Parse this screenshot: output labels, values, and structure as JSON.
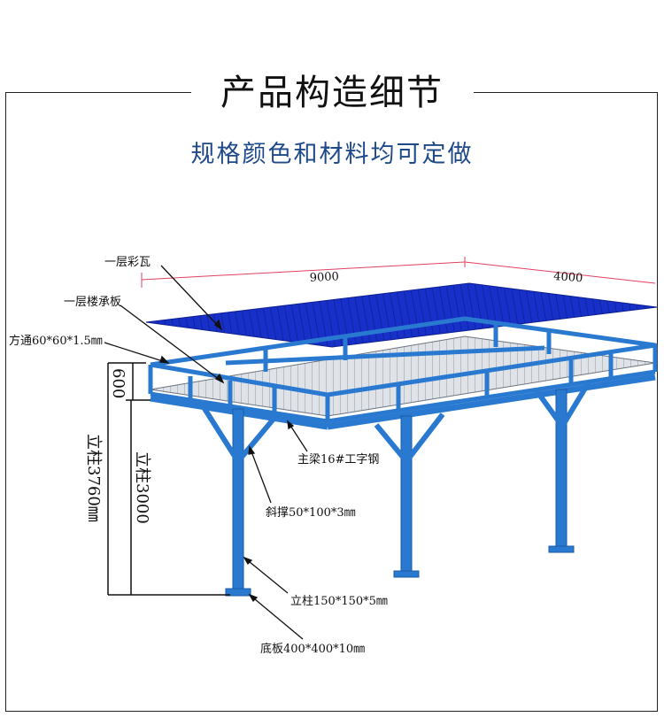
{
  "header": {
    "title": "产品构造细节",
    "subtitle": "规格颜色和材料均可定做"
  },
  "dimensions": {
    "length": "9000",
    "width": "4000",
    "rail_height": "600",
    "total_height": "立柱3760㎜",
    "column_height": "立柱3000"
  },
  "callouts": {
    "roof": "一层彩瓦",
    "deck": "一层楼承板",
    "tube": "方通60*60*1.5㎜",
    "beam": "主梁16#工字钢",
    "brace": "斜撑50*100*3㎜",
    "column": "立柱150*150*5㎜",
    "base": "底板400*400*10㎜"
  },
  "colors": {
    "steel": "#2a79d1",
    "roof": "#1730c9",
    "deck": "#d8dde3",
    "subtitle": "#1f4a8a"
  }
}
